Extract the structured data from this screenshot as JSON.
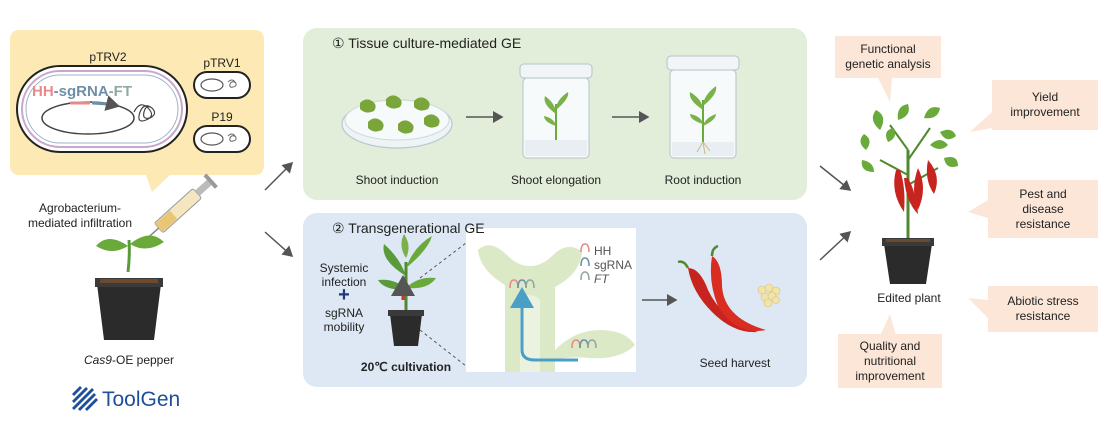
{
  "plasmids": {
    "ptrv2": "pTRV2",
    "ptrv1": "pTRV1",
    "p19": "P19",
    "construct_hh": "HH",
    "construct_dash1": "-",
    "construct_sgrna": "sgRNA",
    "construct_dash2": "-",
    "construct_ft": "FT"
  },
  "left": {
    "agro_line1": "Agrobacterium-",
    "agro_line2": "mediated infiltration",
    "plant_italic": "Cas9",
    "plant_rest": "-OE pepper",
    "logo": "ToolGen"
  },
  "route1": {
    "title": "① Tissue culture-mediated GE",
    "steps": [
      "Shoot induction",
      "Shoot elongation",
      "Root induction"
    ]
  },
  "route2": {
    "title": "② Transgenerational GE",
    "systemic_line1": "Systemic",
    "systemic_line2": "infection",
    "plus": "+",
    "sgrna_line1": "sgRNA",
    "sgrna_line2": "mobility",
    "cultivation": "20℃ cultivation",
    "legend": [
      "HH",
      "sgRNA",
      "FT"
    ],
    "seed": "Seed harvest"
  },
  "right": {
    "edited": "Edited plant",
    "functional_l1": "Functional",
    "functional_l2": "genetic analysis",
    "yield_l1": "Yield",
    "yield_l2": "improvement",
    "pest_l1": "Pest and",
    "pest_l2": "disease",
    "pest_l3": "resistance",
    "abiotic_l1": "Abiotic stress",
    "abiotic_l2": "resistance",
    "quality_l1": "Quality and",
    "quality_l2": "nutritional",
    "quality_l3": "improvement"
  },
  "colors": {
    "plasmid_bg": "#fde9b3",
    "panel1_bg": "#e2eed9",
    "panel2_bg": "#dde8f4",
    "callout_bg": "#fbe6d7",
    "hh": "#e88a8a",
    "sgrna": "#6d8fa8",
    "ft": "#8fa8a0",
    "pepper_red": "#c8241f",
    "leaf_green": "#5a9a3a",
    "logo_blue": "#1e4f9a"
  }
}
